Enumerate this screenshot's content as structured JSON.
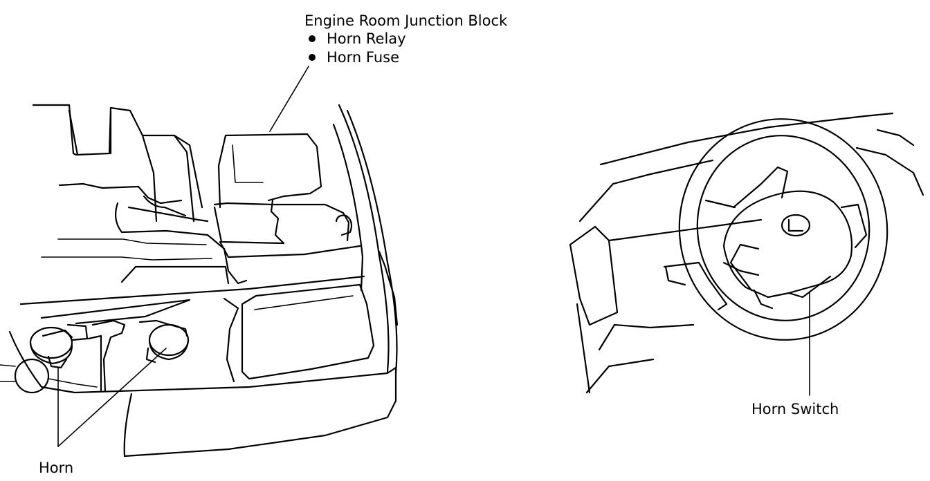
{
  "labels": {
    "junction_block_title": "Engine Room Junction Block",
    "junction_block_items": [
      "Horn Relay",
      "Horn Fuse"
    ],
    "horn": "Horn",
    "horn_switch": "Horn Switch"
  }
}
